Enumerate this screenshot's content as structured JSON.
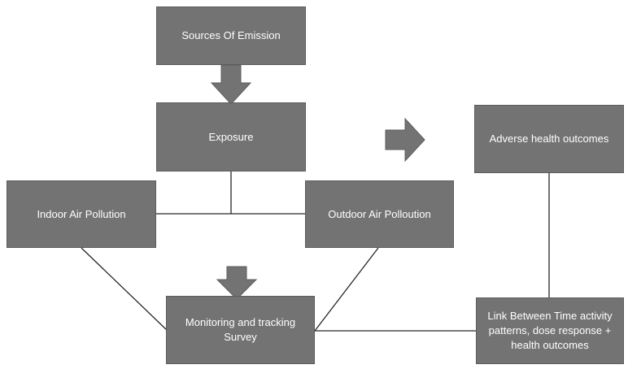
{
  "nodes": {
    "sources": "Sources Of Emission",
    "exposure": "Exposure",
    "indoor": "Indoor Air Pollution",
    "outdoor": "Outdoor Air Polloution",
    "monitoring": "Monitoring and tracking Survey",
    "adverse": "Adverse health outcomes",
    "link": "Link Between Time activity patterns, dose response + health outcomes"
  },
  "colors": {
    "box_fill": "#737373",
    "box_text": "#ffffff",
    "line": "#262626"
  }
}
